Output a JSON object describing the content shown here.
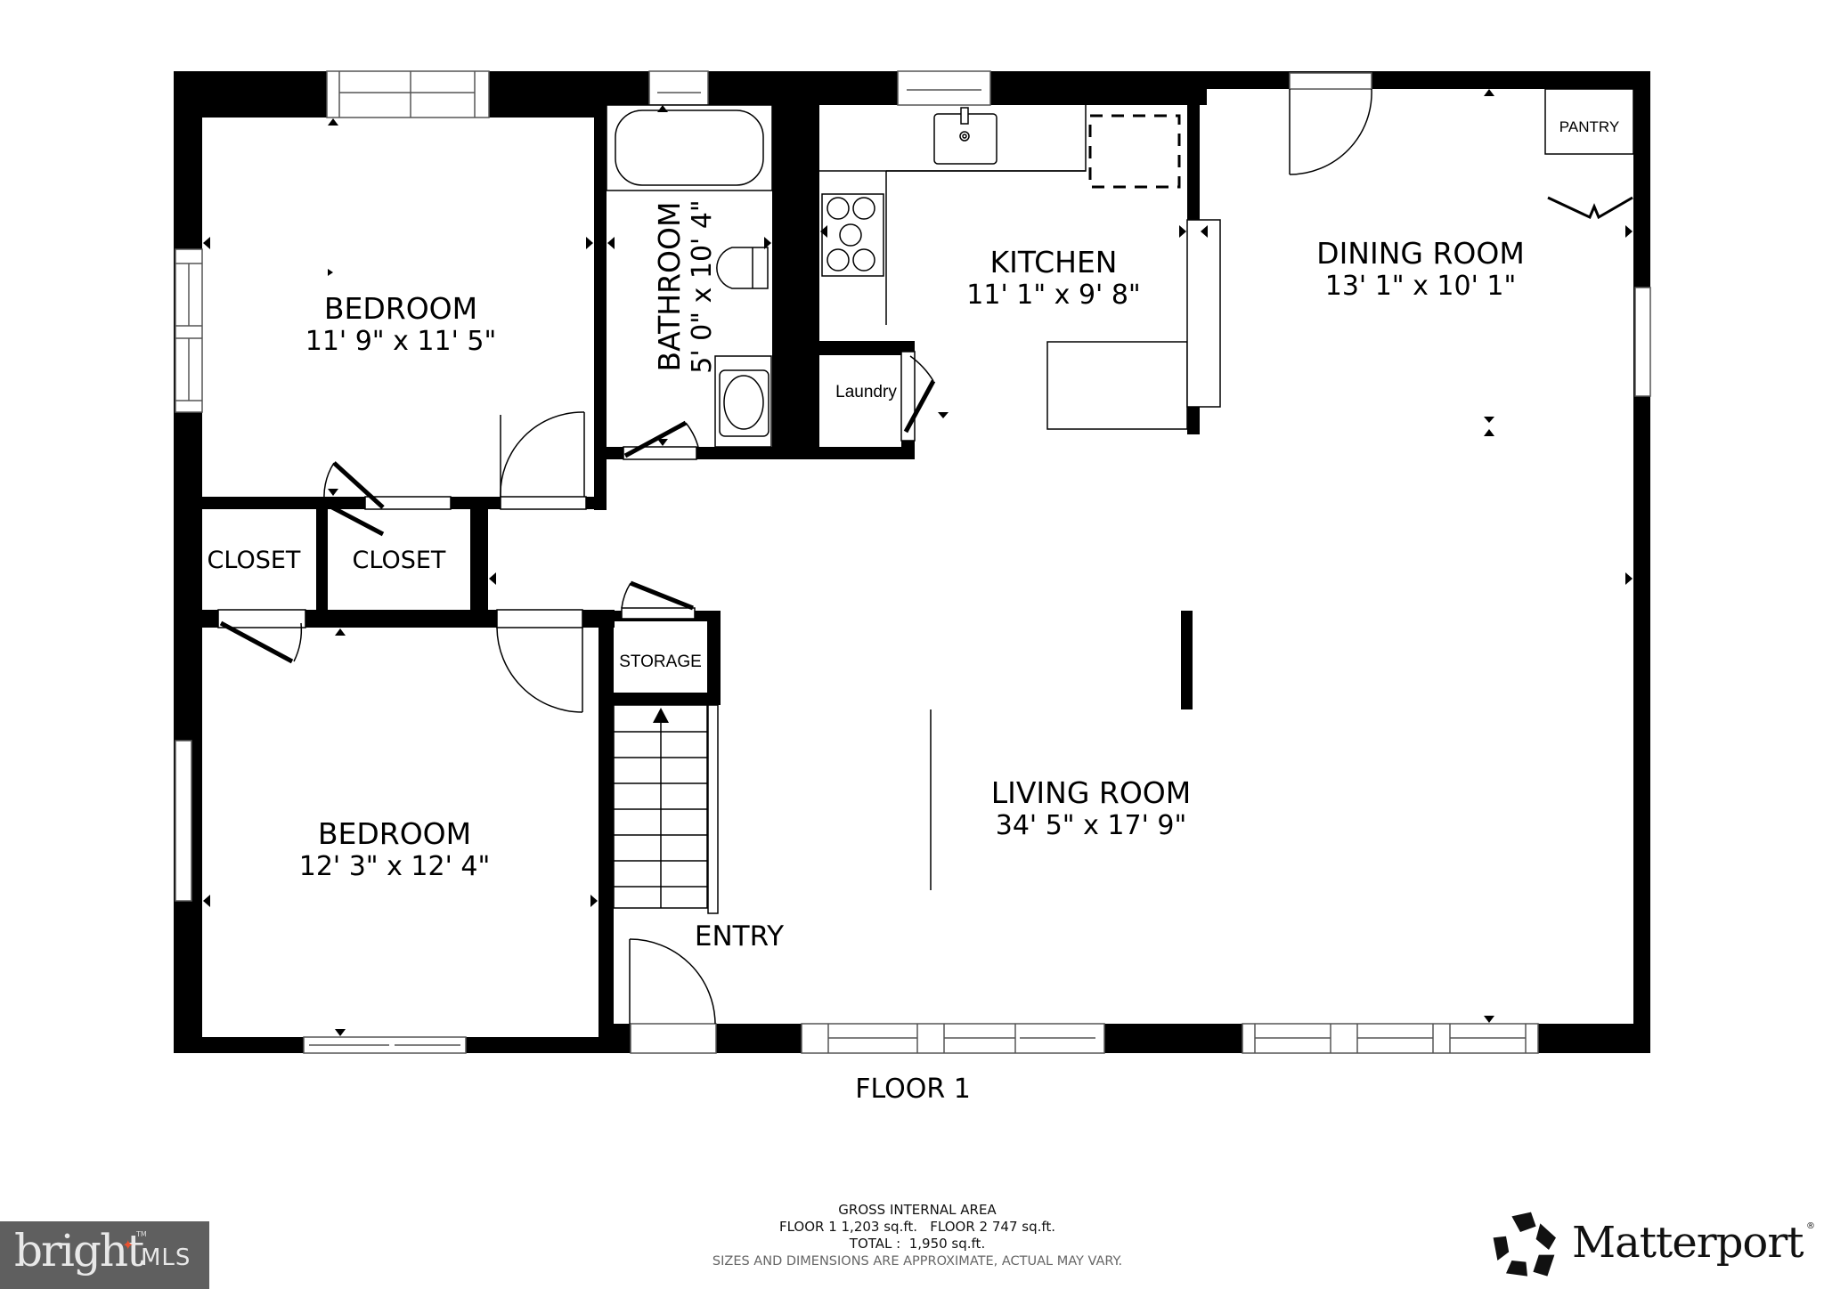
{
  "floorplan": {
    "floor_title": "FLOOR 1",
    "rooms": [
      {
        "id": "bedroom-1",
        "name": "BEDROOM",
        "dimensions": "11' 9\" x 11' 5\""
      },
      {
        "id": "bathroom",
        "name": "BATHROOM",
        "dimensions": "5' 0\" x 10' 4\""
      },
      {
        "id": "kitchen",
        "name": "KITCHEN",
        "dimensions": "11' 1\" x 9' 8\""
      },
      {
        "id": "dining-room",
        "name": "DINING ROOM",
        "dimensions": "13' 1\" x 10' 1\""
      },
      {
        "id": "laundry",
        "name": "Laundry"
      },
      {
        "id": "pantry",
        "name": "PANTRY"
      },
      {
        "id": "closet-1",
        "name": "CLOSET"
      },
      {
        "id": "closet-2",
        "name": "CLOSET"
      },
      {
        "id": "storage",
        "name": "STORAGE"
      },
      {
        "id": "bedroom-2",
        "name": "BEDROOM",
        "dimensions": "12' 3\" x 12' 4\""
      },
      {
        "id": "living-room",
        "name": "LIVING ROOM",
        "dimensions": "34' 5\" x 17' 9\""
      },
      {
        "id": "entry",
        "name": "ENTRY"
      }
    ]
  },
  "footer": {
    "heading": "GROSS INTERNAL AREA",
    "floors_line": "FLOOR 1 1,203 sq.ft.   FLOOR 2 747 sq.ft.",
    "total_line": "TOTAL :  1,950 sq.ft.",
    "disclaimer": "SIZES AND DIMENSIONS ARE APPROXIMATE, ACTUAL MAY VARY."
  },
  "logos": {
    "bright": {
      "word": "bright",
      "suffix": "MLS",
      "tm": "TM",
      "bg_color": "#5f5f5f",
      "accent_color": "#e8512f"
    },
    "matterport": {
      "word": "Matterport",
      "reg": "®"
    }
  },
  "colors": {
    "wall": "#000000",
    "background": "#ffffff",
    "line": "#000000"
  }
}
